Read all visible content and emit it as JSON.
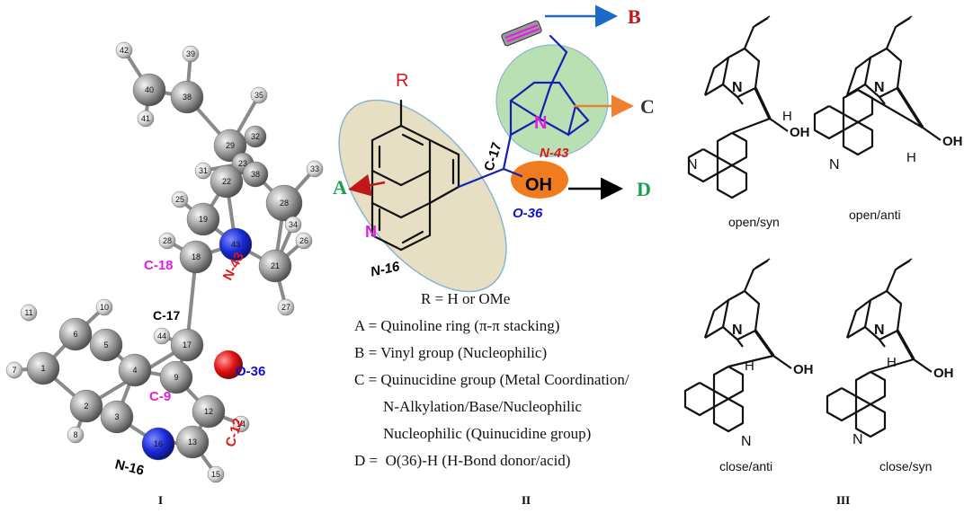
{
  "panels": {
    "i": {
      "label": "I"
    },
    "ii": {
      "label": "II"
    },
    "iii": {
      "label": "III"
    }
  },
  "panel1": {
    "atom_numbers": [
      "42",
      "39",
      "40",
      "38",
      "41",
      "35",
      "29",
      "32",
      "31",
      "23",
      "38",
      "33",
      "22",
      "28",
      "25",
      "19",
      "34",
      "26",
      "28",
      "18",
      "43",
      "21",
      "27",
      "11",
      "10",
      "6",
      "5",
      "44",
      "17",
      "7",
      "1",
      "4",
      "9",
      "2",
      "3",
      "12",
      "14",
      "8",
      "16",
      "13",
      "15"
    ],
    "labels": {
      "c18": "C-18",
      "n43": "N-43",
      "c17": "C-17",
      "o36": "O-36",
      "c9": "C-9",
      "c12": "C-12",
      "n16": "N-16"
    }
  },
  "panel2": {
    "r": "R",
    "n_ring": "N",
    "n_quin": "N",
    "oh": "OH",
    "labels": {
      "c17": "C-17",
      "n43": "N-43",
      "o36": "O-36",
      "n16": "N-16"
    },
    "arrows": {
      "a": "A",
      "b": "B",
      "c": "C",
      "d": "D"
    },
    "legend": [
      "R = H or OMe",
      "A = Quinoline ring (π-π stacking)",
      "B = Vinyl group (Nucleophilic)",
      "C = Quinucidine group (Metal Coordination/",
      "N-Alkylation/Base/Nucleophilic",
      "Nucleophilic (Quinucidine group)",
      "D =  O(36)-H (H-Bond donor/acid)"
    ],
    "colors": {
      "a": "#1a9e50",
      "b": "#c01818",
      "c": "#333333",
      "d": "#1a9e50",
      "blue_arrow": "#1b6ac8",
      "orange_arrow": "#f08030",
      "red_arrow": "#c01818"
    }
  },
  "panel3": {
    "conformers": [
      {
        "caption": "open/syn",
        "n": "N",
        "n2": "N",
        "h": "H",
        "oh": "OH"
      },
      {
        "caption": "open/anti",
        "n": "N",
        "n2": "N",
        "h": "H",
        "oh": "OH"
      },
      {
        "caption": "close/anti",
        "n": "N",
        "n2": "N",
        "h": "H",
        "oh": "OH"
      },
      {
        "caption": "close/syn",
        "n": "N",
        "n2": "N",
        "h": "H",
        "oh": "OH"
      }
    ]
  }
}
